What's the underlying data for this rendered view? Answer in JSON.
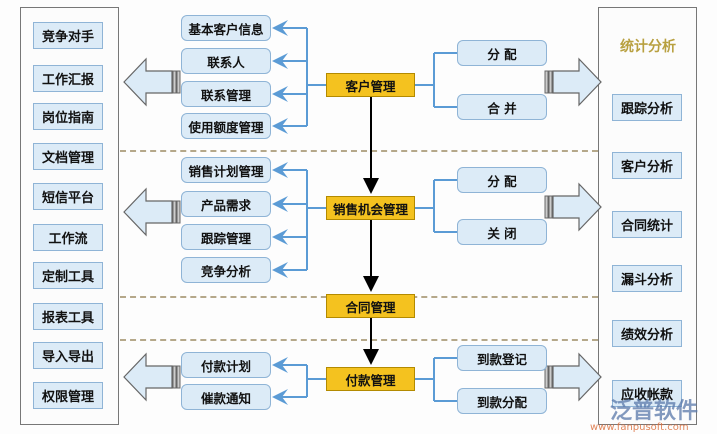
{
  "left_panel": {
    "items": [
      "竞争对手",
      "工作汇报",
      "岗位指南",
      "文档管理",
      "短信平台",
      "工作流",
      "定制工具",
      "报表工具",
      "导入导出",
      "权限管理"
    ]
  },
  "customer": {
    "label": "客户管理",
    "subitems": [
      "基本客户信息",
      "联系人",
      "联系管理",
      "使用额度管理"
    ],
    "actions": [
      "分 配",
      "合 并"
    ]
  },
  "opportunity": {
    "label": "销售机会管理",
    "subitems": [
      "销售计划管理",
      "产品需求",
      "跟踪管理",
      "竞争分析"
    ],
    "actions": [
      "分 配",
      "关 闭"
    ]
  },
  "contract": {
    "label": "合同管理"
  },
  "payment": {
    "label": "付款管理",
    "subitems": [
      "付款计划",
      "催款通知"
    ],
    "actions": [
      "到款登记",
      "到款分配"
    ]
  },
  "right_panel": {
    "title": "统计分析",
    "items": [
      "跟踪分析",
      "客户分析",
      "合同统计",
      "漏斗分析",
      "绩效分析",
      "应收帐款"
    ]
  },
  "watermark": {
    "brand": "泛普软件",
    "url": "www.fanpusoft.com"
  },
  "colors": {
    "accent": "#f4c21f",
    "box_fill": "#dcebf7",
    "connector": "#5b9bd5",
    "title": "#b8a040"
  }
}
